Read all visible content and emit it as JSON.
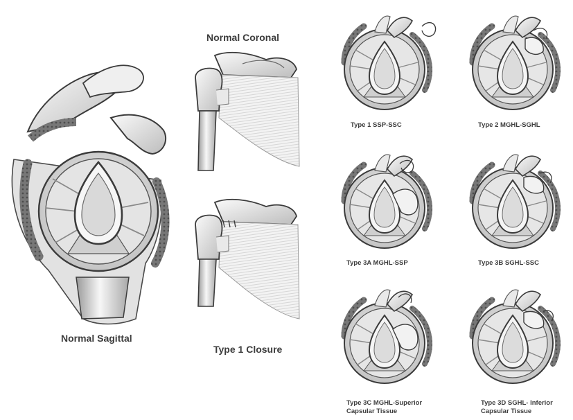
{
  "colors": {
    "outline": "#3b3b3b",
    "bone_light": "#f2f2f2",
    "bone_mid": "#c9c9c9",
    "capsule_dark": "#6f6f6f",
    "ring_fill": "#dcdcdc",
    "text": "#3d3d3d"
  },
  "figures": {
    "normal_sagittal": {
      "label": "Normal Sagittal"
    },
    "normal_coronal": {
      "label": "Normal Coronal"
    },
    "type1_closure": {
      "label": "Type 1 Closure"
    }
  },
  "panels": [
    {
      "id": "type1",
      "lines": [
        "Type 1 SSP-SSC"
      ]
    },
    {
      "id": "type2",
      "lines": [
        "Type 2 MGHL-SGHL"
      ]
    },
    {
      "id": "type3a",
      "lines": [
        "Type 3A MGHL-SSP"
      ]
    },
    {
      "id": "type3b",
      "lines": [
        "Type 3B SGHL-SSC"
      ]
    },
    {
      "id": "type3c",
      "lines": [
        "Type 3C MGHL-Superior",
        "Capsular Tissue"
      ]
    },
    {
      "id": "type3d",
      "lines": [
        "Type 3D SGHL- Inferior",
        "Capsular Tissue"
      ]
    }
  ]
}
